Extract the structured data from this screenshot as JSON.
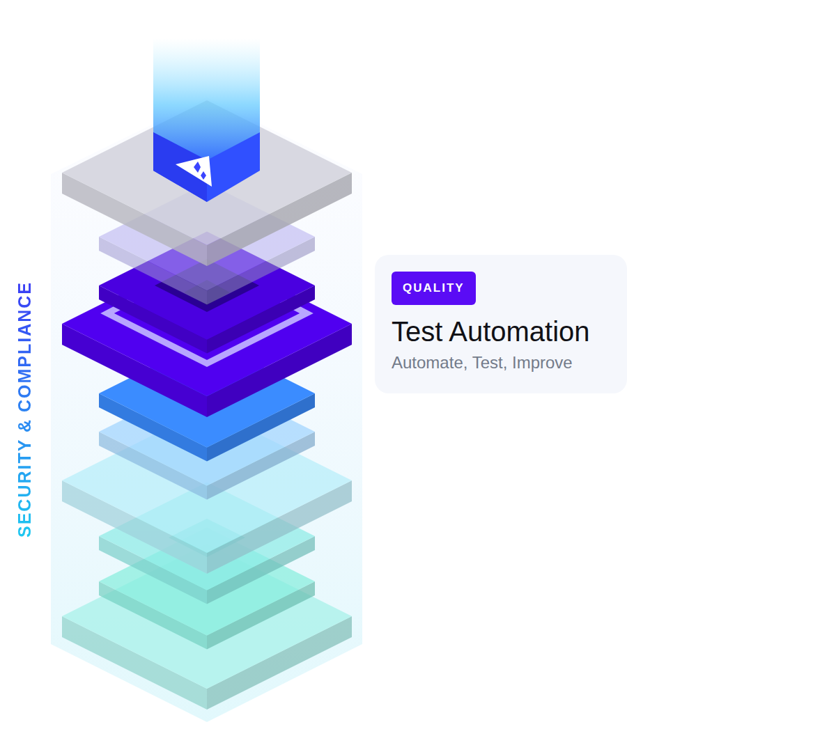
{
  "diagram": {
    "nodes": [
      {
        "text": [
          "Test Automation",
          "Automate, Test, Improve"
        ]
      },
      {
        "text": [
          "QUALITY"
        ],
        "in": 0
      }
    ],
    "labels": [
      "SECURITY & COMPLIANCE"
    ]
  }
}
